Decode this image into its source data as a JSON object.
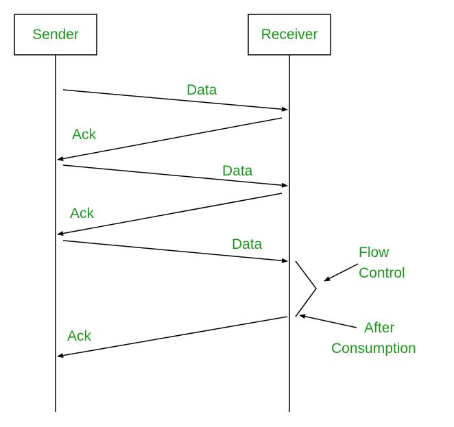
{
  "colors": {
    "label": "#1a9a1a",
    "line": "#000000",
    "background": "#ffffff"
  },
  "participants": {
    "sender": "Sender",
    "receiver": "Receiver"
  },
  "messages": [
    {
      "label": "Data",
      "direction": "sender-to-receiver"
    },
    {
      "label": "Ack",
      "direction": "receiver-to-sender"
    },
    {
      "label": "Data",
      "direction": "sender-to-receiver"
    },
    {
      "label": "Ack",
      "direction": "receiver-to-sender"
    },
    {
      "label": "Data",
      "direction": "sender-to-receiver"
    },
    {
      "label": "Ack",
      "direction": "receiver-to-sender"
    }
  ],
  "annotations": {
    "flow_control": [
      "Flow",
      "Control"
    ],
    "after_consumption": [
      "After",
      "Consumption"
    ]
  }
}
